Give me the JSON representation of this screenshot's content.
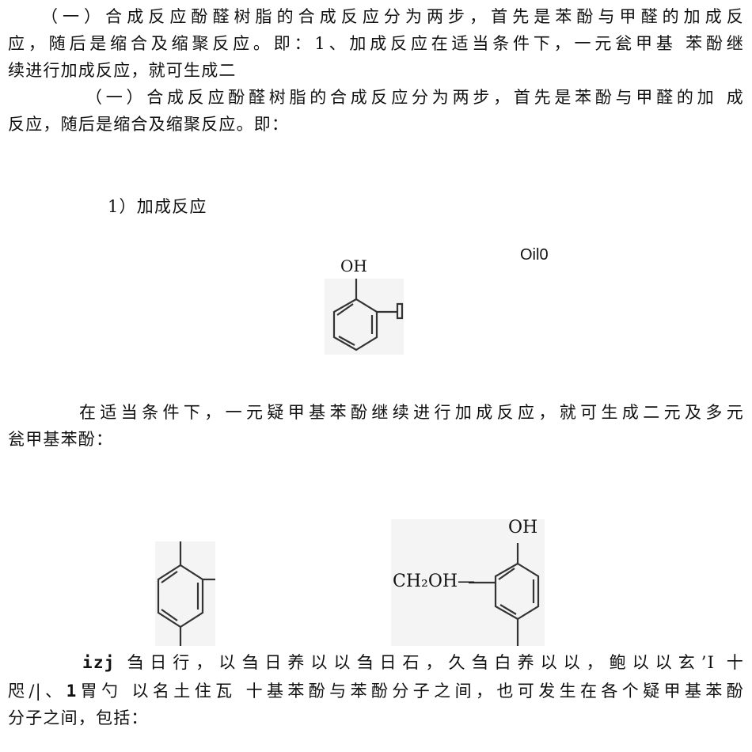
{
  "document": {
    "para1": {
      "line1": "（一）合成反应酚醛树脂的合成反应分为两步，首先是苯酚与甲醛的加成反",
      "line2": "应，随后是缩合及缩聚反应。即：1、加成反应在适当条件下，一元瓮甲基 苯酚继",
      "line3": "续进行加成反应，就可生成二"
    },
    "para2": {
      "line1": "（一）合成反应酚醛树脂的合成反应分为两步，首先是苯酚与甲醛的加 成",
      "line2": "反应，随后是缩合及缩聚反应。即："
    },
    "section_heading": "1）加成反应",
    "figure1": {
      "oh_label": "OH",
      "stray_label": "Oil0"
    },
    "para3": {
      "line1": "在适当条件下，一元疑甲基苯酚继续进行加成反应，就可生成二元及多元",
      "line2": "瓮甲基苯酚："
    },
    "figure2": {
      "left_structure": "p-substituted benzene ring fragment",
      "right_oh_label": "OH",
      "right_substituent_label": "CH₂OH—"
    },
    "para4": {
      "line1_prefix": "izj",
      "line1_rest": "刍日行，以刍日养以以刍日石，久刍白养以以，鲍以以玄’I 十",
      "line2_prefix": "咫/|、",
      "line2_bold": "1",
      "line2_rest": "胃勺 以名土住瓦 十基苯酚与苯酚分子之间，也可发生在各个疑甲基苯酚",
      "line3": "分子之间，包括："
    }
  }
}
